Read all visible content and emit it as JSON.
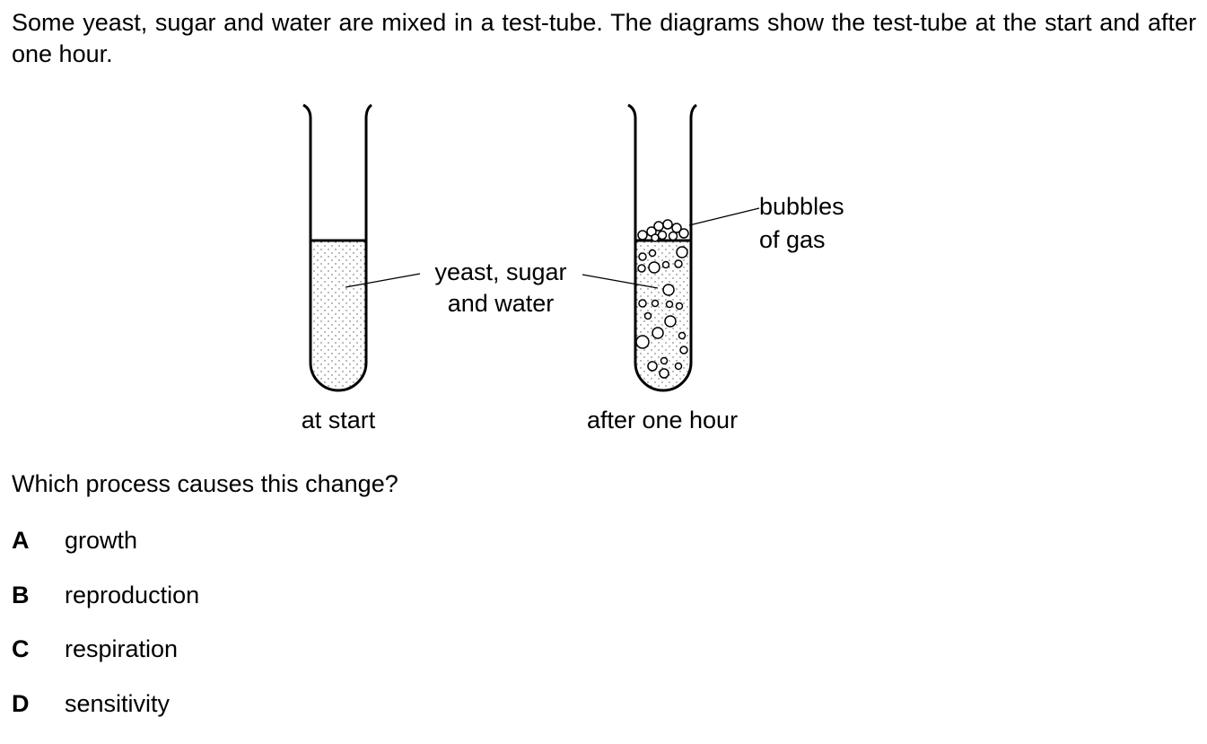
{
  "question": {
    "intro": "Some yeast, sugar and water are mixed in a test-tube. The diagrams show the test-tube at the start and after one hour.",
    "prompt": "Which process causes this change?"
  },
  "diagram": {
    "label_mixture_line1": "yeast, sugar",
    "label_mixture_line2": "and water",
    "label_bubbles_line1": "bubbles",
    "label_bubbles_line2": "of gas",
    "caption_start": "at start",
    "caption_after": "after one hour"
  },
  "options": [
    {
      "letter": "A",
      "text": "growth"
    },
    {
      "letter": "B",
      "text": "reproduction"
    },
    {
      "letter": "C",
      "text": "respiration"
    },
    {
      "letter": "D",
      "text": "sensitivity"
    }
  ]
}
